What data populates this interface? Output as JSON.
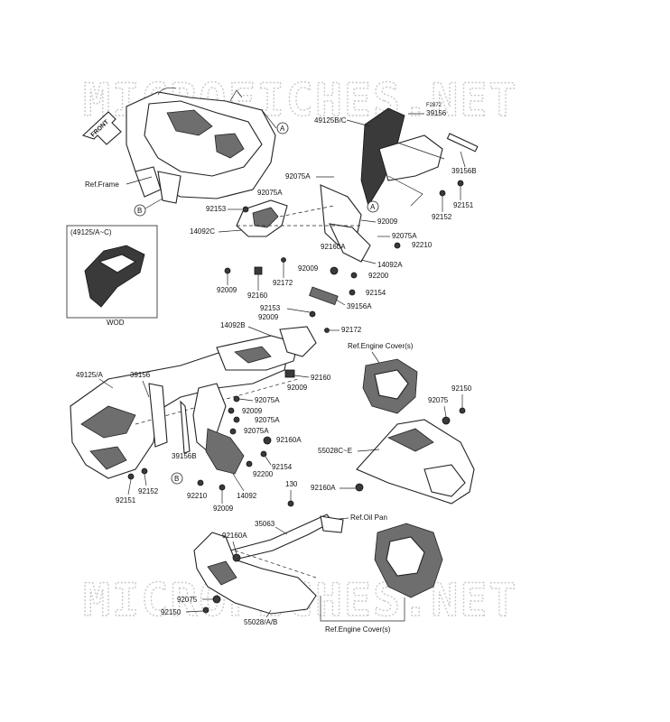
{
  "watermark": {
    "text": "MICROFICHES.NET",
    "color": "#c8c8c8"
  },
  "diagram": {
    "front_arrow": "FRONT",
    "inset_header": "(49125/A~C)",
    "inset_footer": "WOD",
    "corner_code": "F2872",
    "callout_a": "A",
    "callout_b": "B",
    "labels": {
      "ref_frame": "Ref.Frame",
      "p49125bc": "49125B/C",
      "p39156_top": "39156",
      "p39156b_top": "39156B",
      "p92075a_1": "92075A",
      "p92075a_2": "92075A",
      "p92153_1": "92153",
      "p14092c": "14092C",
      "p92009_1": "92009",
      "p92152_1": "92152",
      "p92151_1": "92151",
      "p92009_2": "92009",
      "p92075a_3": "92075A",
      "p92210_1": "92210",
      "p92160a_1": "92160A",
      "p14092a": "14092A",
      "p92009_3": "92009",
      "p92009_4": "92009",
      "p92160_1": "92160",
      "p92172_1": "92172",
      "p92200_1": "92200",
      "p92154_1": "92154",
      "p39156a": "39156A",
      "p92153_2": "92153",
      "p14092b": "14092B",
      "p92009_5": "92009",
      "p92172_2": "92172",
      "ref_engine_cover_1": "Ref.Engine Cover(s)",
      "p49125a": "49125/A",
      "p39156_mid": "39156",
      "p92160_2": "92160",
      "p92009_6": "92009",
      "p92075a_4": "92075A",
      "p92009_7": "92009",
      "p92075a_5": "92075A",
      "p92075a_6": "92075A",
      "p92160a_2": "92160A",
      "p92075": "92075",
      "p92150_1": "92150",
      "p39156b_mid": "39156B",
      "p92154_2": "92154",
      "p92200_2": "92200",
      "p55028ce": "55028C~E",
      "p92152_2": "92152",
      "p92151_2": "92151",
      "p92210_2": "92210",
      "p14092": "14092",
      "p92009_8": "92009",
      "p130": "130",
      "p92160a_3": "92160A",
      "ref_oil_pan": "Ref.Oil Pan",
      "p35063": "35063",
      "p92160a_4": "92160A",
      "p92075_2": "92075",
      "p92150_2": "92150",
      "p55028ab": "55028/A/B",
      "ref_engine_cover_2": "Ref.Engine Cover(s)"
    }
  }
}
